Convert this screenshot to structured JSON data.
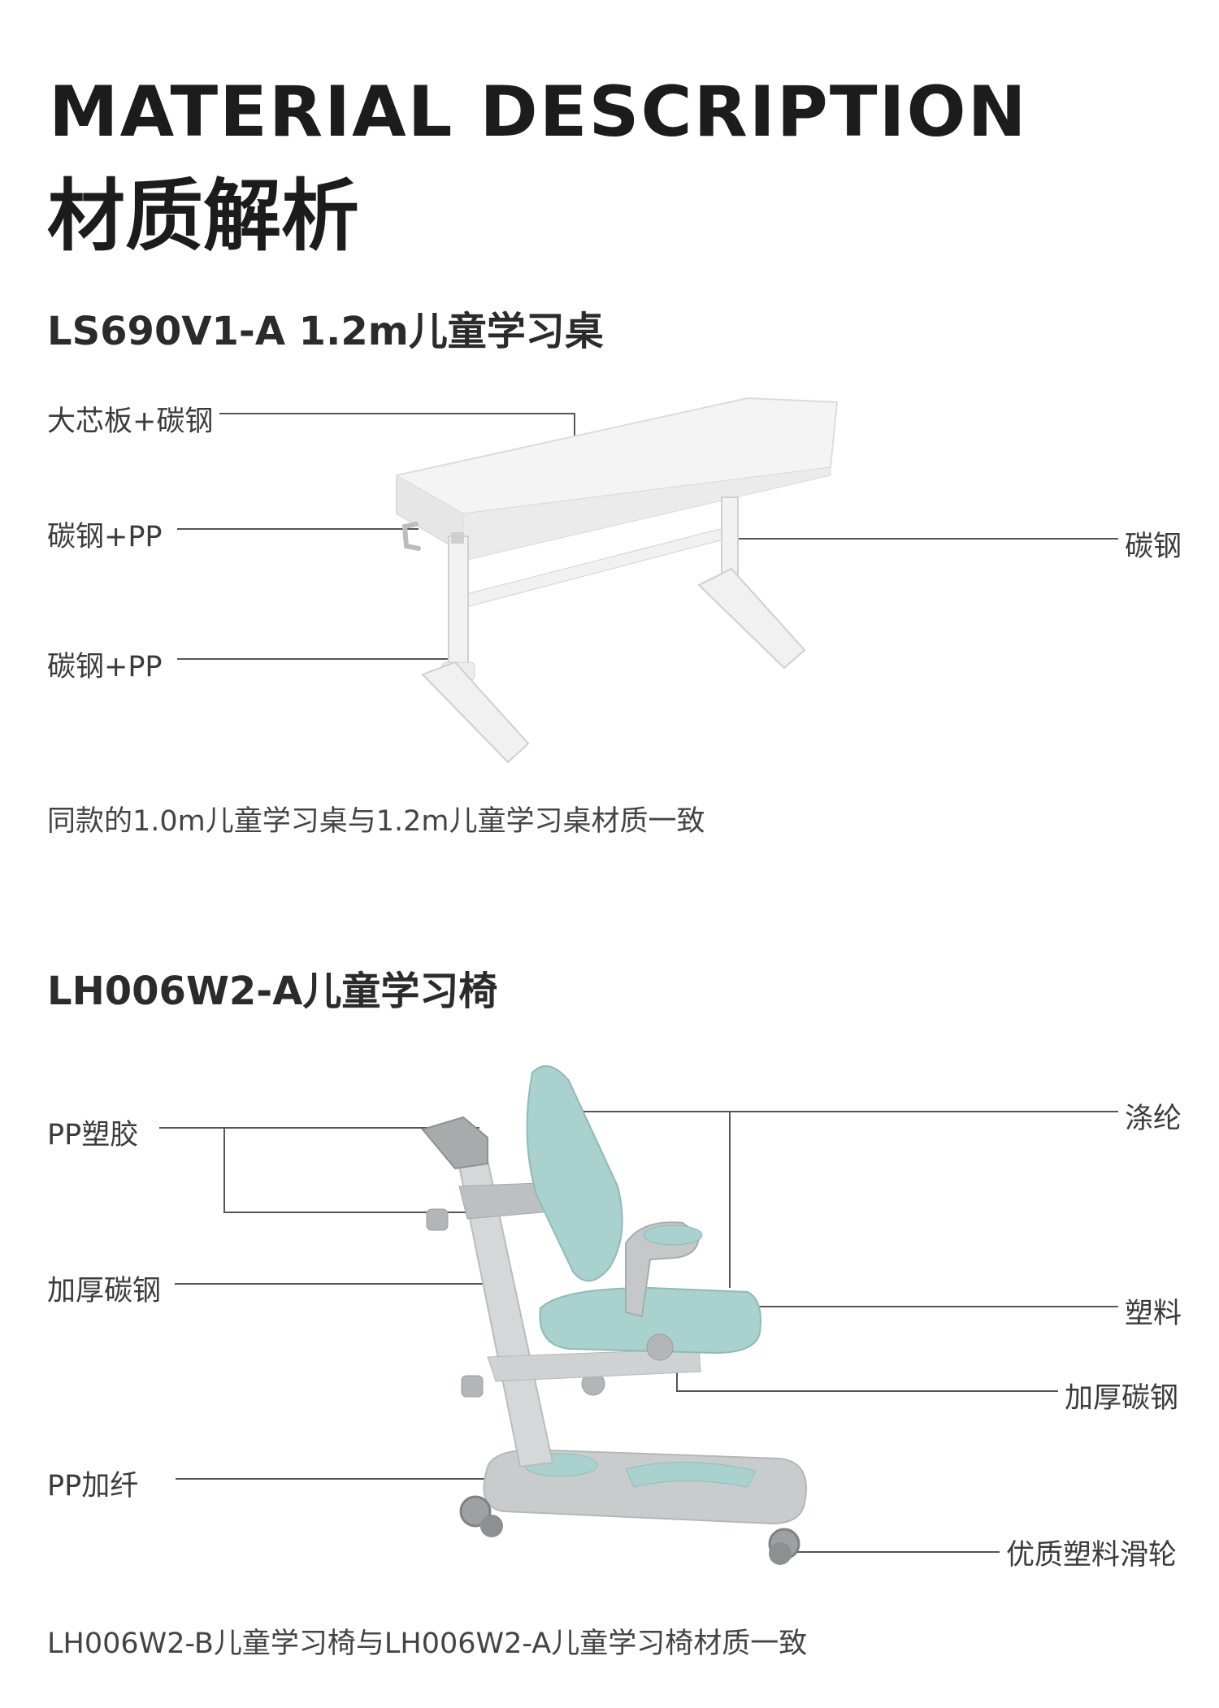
{
  "header": {
    "title_en": "MATERIAL DESCRIPTION",
    "title_cn": "材质解析"
  },
  "desk": {
    "title": "LS690V1-A 1.2m儿童学习桌",
    "labels": {
      "top": "大芯板+碳钢",
      "crank": "碳钢+PP",
      "base": "碳钢+PP",
      "right": "碳钢"
    },
    "note": "同款的1.0m儿童学习桌与1.2m儿童学习桌材质一致"
  },
  "chair": {
    "title": "LH006W2-A儿童学习椅",
    "labels": {
      "pp_plastic": "PP塑胶",
      "thick_steel_left": "加厚碳钢",
      "pp_fiber": "PP加纤",
      "polyester": "涤纶",
      "plastic": "塑料",
      "thick_steel_right": "加厚碳钢",
      "casters": "优质塑料滑轮"
    },
    "note": "LH006W2-B儿童学习椅与LH006W2-A儿童学习椅材质一致"
  },
  "colors": {
    "line": "#555555",
    "desk_white": "#f4f4f4",
    "chair_blue": "#a9d2ce",
    "chair_gray": "#c9cccc"
  }
}
